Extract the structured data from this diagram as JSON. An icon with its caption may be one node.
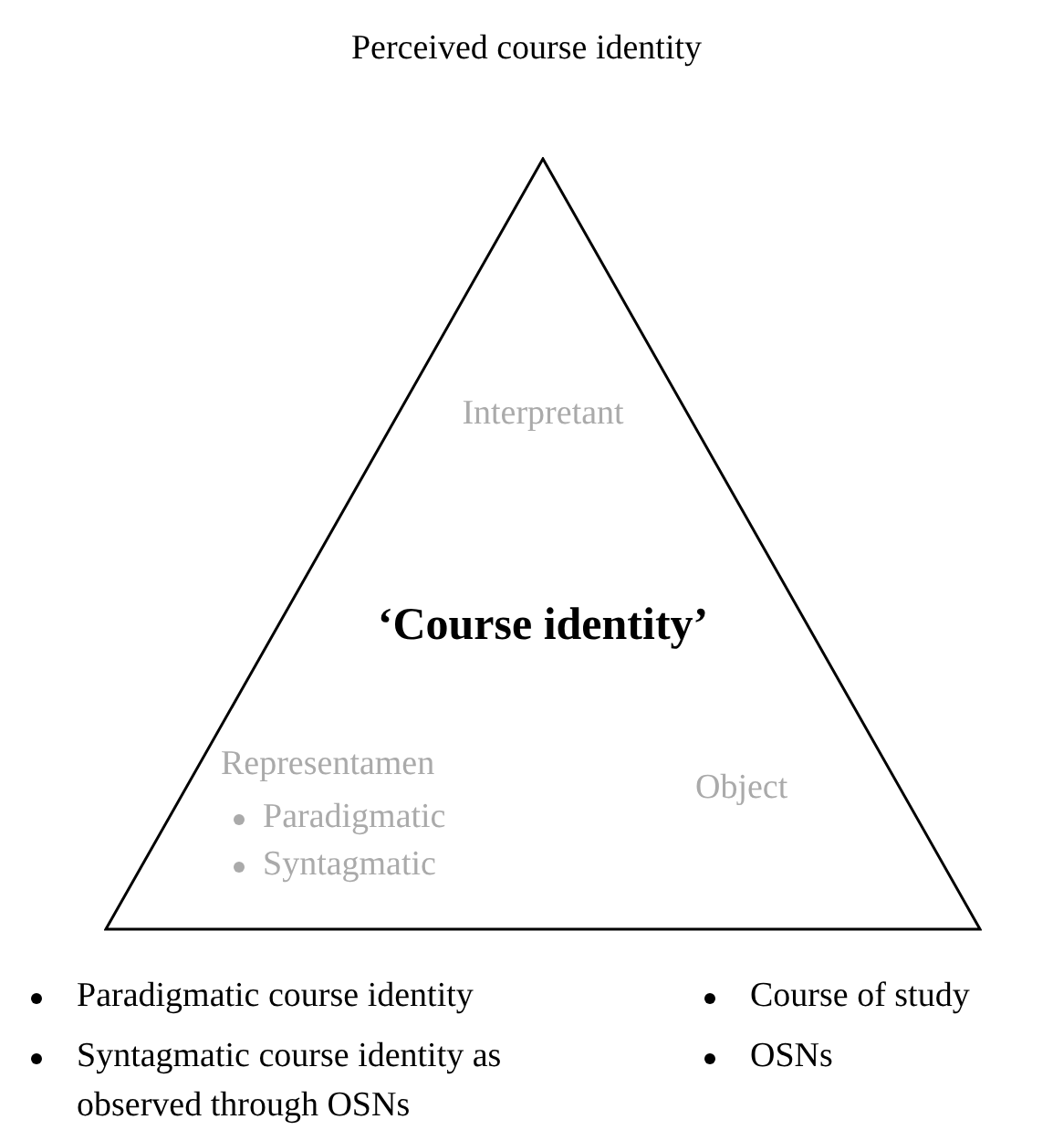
{
  "diagram": {
    "title": "Perceived course identity",
    "nodes": [
      {
        "text": [
          "Interpretant",
          "‘Course identity’",
          "Representamen",
          "Paradigmatic",
          "Syntagmatic",
          "Object"
        ]
      }
    ],
    "edges": [],
    "labels": [
      "Paradigmatic course identity",
      "Syntagmatic course identity as observed through OSNs",
      "Course of study",
      "OSNs"
    ]
  }
}
